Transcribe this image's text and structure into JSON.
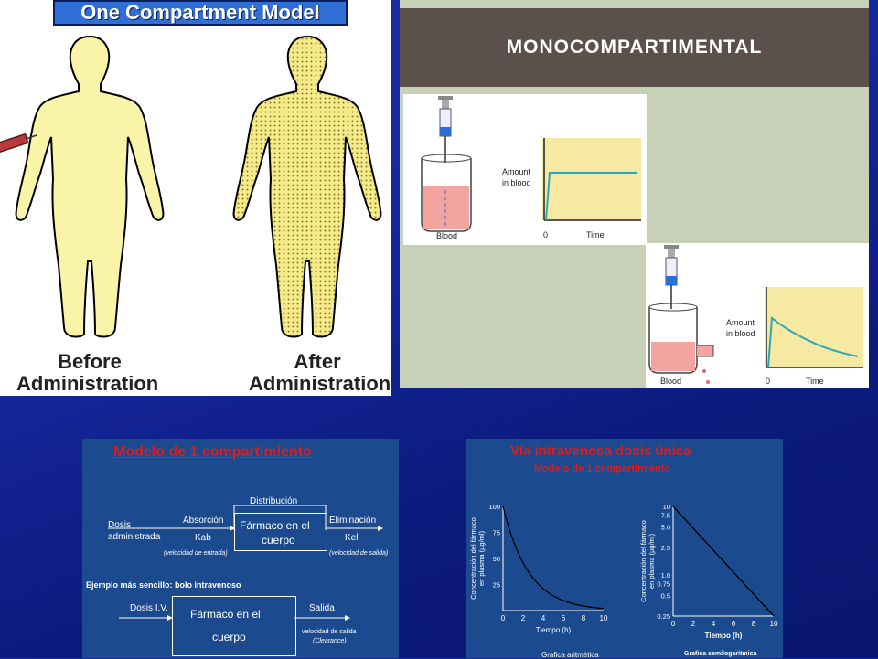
{
  "one_compartment": {
    "banner": "One Compartment Model",
    "before_line1": "Before",
    "before_line2": "Administration",
    "after_line1": "After",
    "after_line2": "Administration"
  },
  "mono": {
    "title": "MONOCOMPARTIMENTAL",
    "graph1": {
      "ylabel_line1": "Amount",
      "ylabel_line2": "in blood",
      "x0": "0",
      "xlabel": "Time",
      "beaker_label": "Blood"
    },
    "graph2": {
      "ylabel_line1": "Amount",
      "ylabel_line2": "in blood",
      "x0": "0",
      "xlabel": "Time",
      "beaker_label": "Blood"
    }
  },
  "modelo": {
    "title": "Modelo de 1 compartimiento",
    "distribucion": "Distribución",
    "dosis_line1": "Dosis",
    "dosis_line2": "administrada",
    "absorcion": "Absorción",
    "kab": "Kab",
    "farmaco_line1": "Fármaco en el",
    "farmaco_line2": "cuerpo",
    "eliminacion": "Eliminación",
    "kel": "Kel",
    "vel_entrada": "(velocidad de entrada)",
    "vel_salida": "(velocidad de salida)",
    "ejemplo": "Ejemplo más sencillo: bolo intravenoso",
    "dosis_iv": "Dosis I.V.",
    "farmaco2_line1": "Fármaco en el",
    "farmaco2_line2": "cuerpo",
    "salida": "Salida",
    "vel_salida2": "velocidad de salida",
    "clearance": "(Clearance)"
  },
  "via": {
    "title": "Vía  intravenosa dosis única",
    "subtitle": "Modelo de 1 compartimiento",
    "y_label_line1": "Concentración del fármaco",
    "y_label_line2": "en plasma (µg/ml)",
    "x_label": "Tiempo (h)",
    "left_caption": "Grafica aritmética",
    "right_caption": "Grafica semilogaritmica"
  },
  "chart_data": [
    {
      "type": "line",
      "title": "",
      "xlabel": "Tiempo (h)",
      "ylabel": "Concentración del fármaco en plasma (µg/ml)",
      "x_ticks": [
        "0",
        "2",
        "4",
        "6",
        "8",
        "10"
      ],
      "y_ticks": [
        "25",
        "50",
        "75",
        "100"
      ],
      "xlim": [
        0,
        10
      ],
      "ylim": [
        0,
        100
      ],
      "series": [
        {
          "x": [
            0,
            1,
            2,
            3,
            4,
            5,
            6,
            7,
            8,
            9,
            10
          ],
          "y": [
            100,
            68,
            46,
            32,
            22,
            15,
            10,
            7,
            5,
            3,
            2
          ]
        }
      ]
    },
    {
      "type": "line",
      "title": "",
      "scale": "log",
      "xlabel": "Tiempo (h)",
      "ylabel": "Concentración del fármaco en plasma (µg/ml)",
      "x_ticks": [
        "0",
        "2",
        "4",
        "6",
        "8",
        "10"
      ],
      "y_ticks": [
        "10",
        "7.5",
        "5.0",
        "2.5",
        "1.0",
        "0.75",
        "0.5",
        "0.25"
      ],
      "xlim": [
        0,
        10
      ],
      "ylim": [
        0.25,
        10
      ],
      "series": [
        {
          "x": [
            0,
            10
          ],
          "y": [
            10,
            0.25
          ]
        }
      ]
    }
  ]
}
